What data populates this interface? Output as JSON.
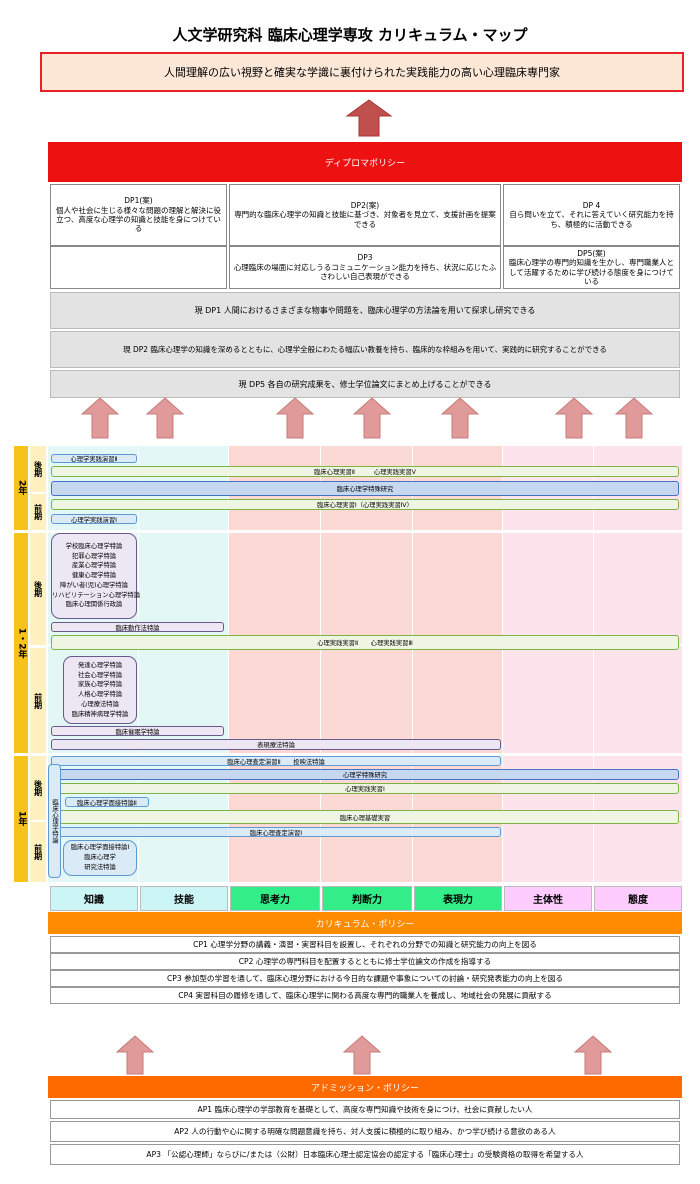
{
  "title": "人文学研究科 臨床心理学専攻 カリキュラム・マップ",
  "goal": "人間理解の広い視野と確実な学識に裏付けられた実践能力の高い心理臨床専門家",
  "diploma_policy": {
    "header": "ディプロマポリシー",
    "dp1_label": "DP1(案)",
    "dp1_text": "個人や社会に生じる様々な問題の理解と解決に役立つ、高度な心理学の知識と技能を身につけている",
    "dp2_label": "DP2(案)",
    "dp2_text": "専門的な臨床心理学の知識と技能に基づき、対象者を見立て、支援計画を提案できる",
    "dp3_label": "DP3",
    "dp3_text": "心理臨床の場面に対応しうるコミュニケーション能力を持ち、状況に応じたふさわしい自己表現ができる",
    "dp4_label": "DP 4",
    "dp4_text": "自ら問いを立て、それに答えていく研究能力を持ち、積極的に活動できる",
    "dp5_label": "DP5(案)",
    "dp5_text": "臨床心理学の専門的知識を生かし、専門職業人として活躍するために学び続ける態度を身につけている",
    "current_dp1": "現 DP1 人間におけるさまざまな物事や問題を、臨床心理学の方法論を用いて探求し研究できる",
    "current_dp2": "現 DP2 臨床心理学の知識を深めるとともに、心理学全般にわたる幅広い教養を持ち、臨床的な枠組みを用いて、実践的に研究することができる",
    "current_dp5": "現 DP5 各自の研究成果を、修士学位論文にまとめ上げることができる"
  },
  "years": {
    "y2": "2年",
    "y12": "1・2年",
    "y1": "1年",
    "late": "後期",
    "early": "前期",
    "side_label": "臨床心理学特論"
  },
  "courses": {
    "c01": "心理学実践演習Ⅱ",
    "c02": "臨床心理実習Ⅱ　　　心理実践実習Ⅴ",
    "c03": "臨床心理学特殊研究",
    "c04": "臨床心理実習Ⅰ（心理実践実習Ⅳ）",
    "c05": "心理学実践演習Ⅰ",
    "g1": [
      "学校臨床心理学特論",
      "犯罪心理学特論",
      "産業心理学特論",
      "健康心理学特論",
      "障がい者(児)心理学特論",
      "リハビリテーション心理学特論",
      "臨床心理関係行政論"
    ],
    "c06": "臨床動作法特論",
    "c07": "心理実践実習Ⅱ　　心理実践実習Ⅲ",
    "g2": [
      "発達心理学特論",
      "社会心理学特論",
      "家族心理学特論",
      "人格心理学特論",
      "心理療法特論",
      "臨床精神病理学特論"
    ],
    "c08": "臨床催眠学特論",
    "c09": "表現療法特論",
    "c10": "臨床心理査定演習Ⅱ　　投映法特論",
    "c11": "心理学特殊研究",
    "c12": "心理実践実習Ⅰ",
    "c13": "臨床心理学面接特論Ⅱ",
    "c14": "臨床心理基礎実習",
    "c15": "臨床心理査定演習Ⅰ",
    "g3": [
      "臨床心理学面接特論Ⅰ",
      "臨床心理学",
      "研究法特論"
    ]
  },
  "categories": [
    "知識",
    "技能",
    "思考力",
    "判断力",
    "表現力",
    "主体性",
    "態度"
  ],
  "category_colors": [
    "#ccf6f6",
    "#ccf6f6",
    "#33ee88",
    "#33ee88",
    "#33ee88",
    "#ffccff",
    "#ffccff"
  ],
  "curriculum_policy": {
    "header": "カリキュラム・ポリシー",
    "cp1": "CP1 心理学分野の講義・演習・実習科目を設置し、それぞれの分野での知識と研究能力の向上を図る",
    "cp2": "CP2 心理学の専門科目を配置するとともに修士学位論文の作成を指導する",
    "cp3": "CP3 参加型の学習を通して、臨床心理分野における今日的な課題や事象についての討論・研究発表能力の向上を図る",
    "cp4": "CP4 実習科目の履修を通して、臨床心理学に関わる高度な専門的職業人を養成し、地域社会の発展に貢献する"
  },
  "admission_policy": {
    "header": "アドミッション・ポリシー",
    "ap1": "AP1 臨床心理学の学部教育を基礎として、高度な専門知識や技術を身につけ、社会に貢献したい人",
    "ap2": "AP2 人の行動や心に関する明確な問題意識を持ち、対人支援に積極的に取り組み、かつ学び続ける意欲のある人",
    "ap3": "AP3 「公認心理師」ならびに/または（公財）日本臨床心理士認定協会の認定する「臨床心理士」の受験資格の取得を希望する人"
  },
  "colors": {
    "red": "#ee1111",
    "orange": "#ff8c00",
    "admission_orange": "#ff6a00",
    "yellow": "#f7c31a",
    "arrow": "#e09a9a",
    "arrow_dark": "#c0504d"
  }
}
